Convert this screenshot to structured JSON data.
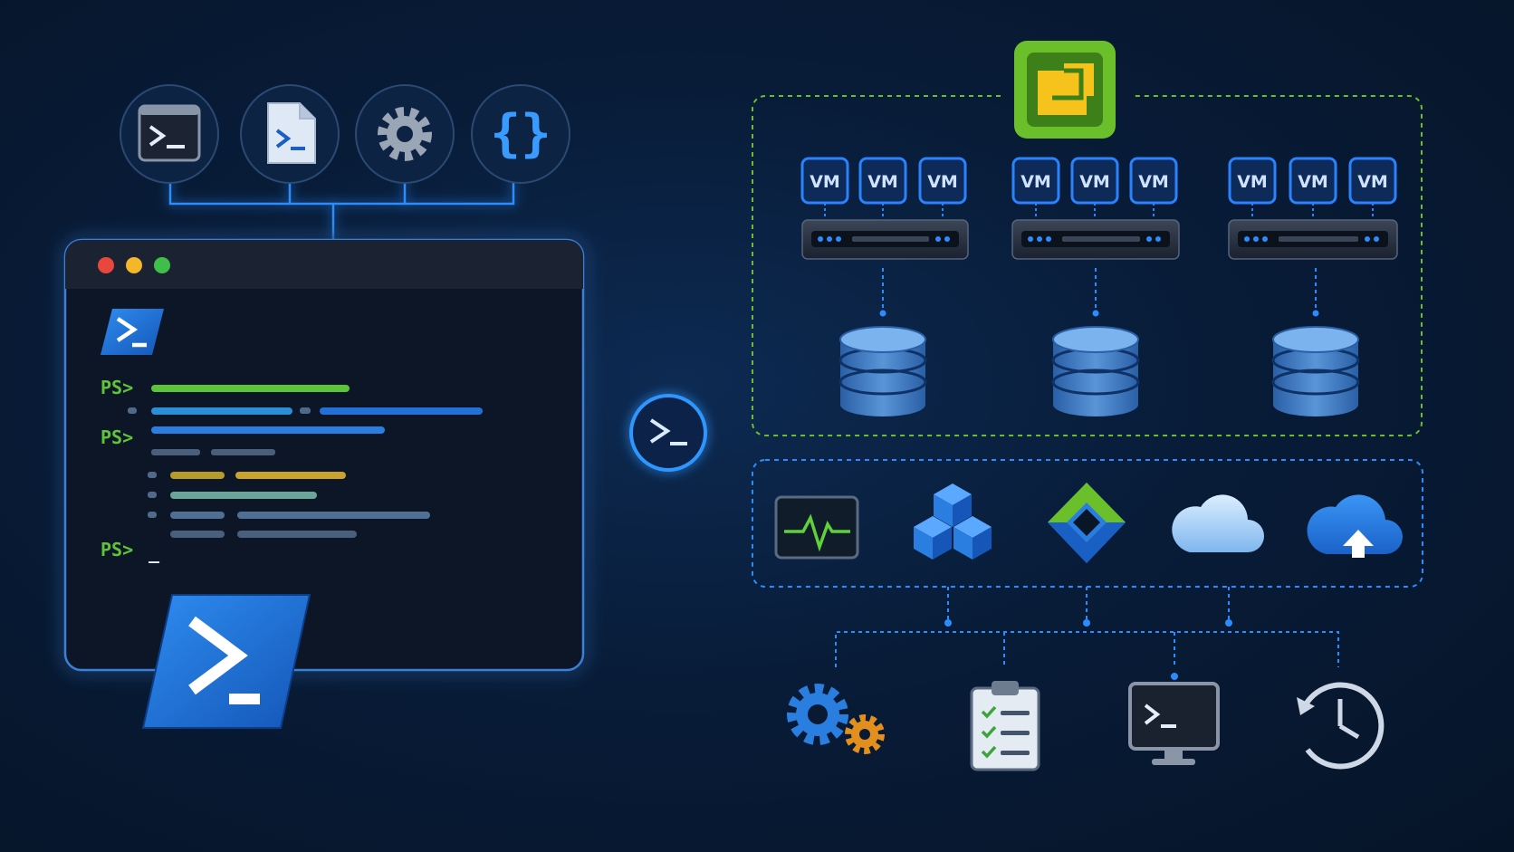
{
  "prompts": [
    "PS>",
    "PS>",
    "PS>"
  ],
  "cursor": "_",
  "vm_label": "VM",
  "hosts": [
    {
      "vms": [
        "VM",
        "VM",
        "VM"
      ]
    },
    {
      "vms": [
        "VM",
        "VM",
        "VM"
      ]
    },
    {
      "vms": [
        "VM",
        "VM",
        "VM"
      ]
    }
  ],
  "top_tool_icons": [
    "terminal-icon",
    "script-file-icon",
    "gear-icon",
    "braces-icon"
  ],
  "service_icons": [
    "monitor-pulse-icon",
    "cubes-icon",
    "diamond-network-icon",
    "cloud-icon",
    "cloud-upload-icon"
  ],
  "bottom_icons": [
    "gears-icon",
    "checklist-icon",
    "terminal-monitor-icon",
    "history-clock-icon"
  ],
  "colors": {
    "background": "#081c38",
    "accent_blue": "#1e88ff",
    "powershell_blue": "#1f6fd6",
    "vsphere_green": "#6bbf2a",
    "vsphere_yellow": "#f6c21c",
    "prompt_green": "#5fc43a"
  }
}
